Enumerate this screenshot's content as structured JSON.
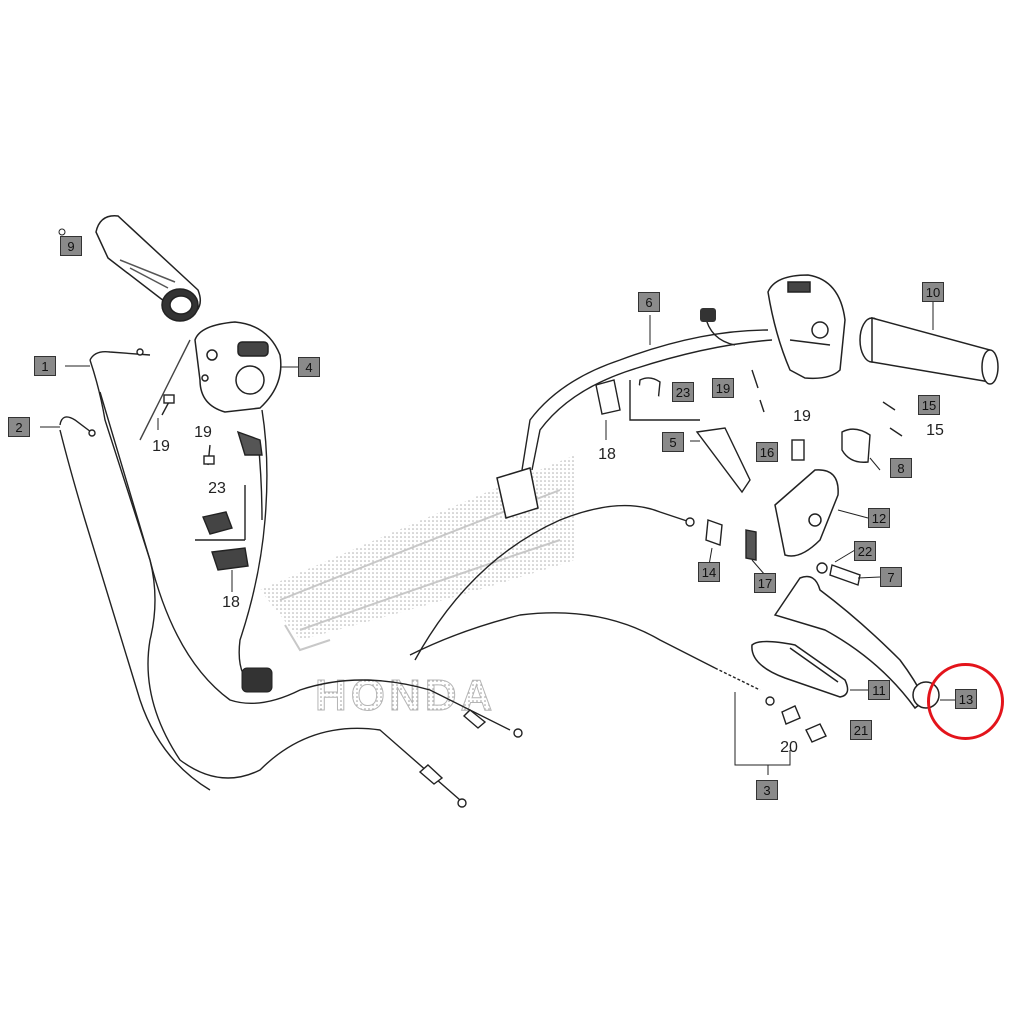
{
  "watermark": "HONDA",
  "highlight_color": "#e3141b",
  "callouts": {
    "c1": "1",
    "c2": "2",
    "c3": "3",
    "c4": "4",
    "c5": "5",
    "c6": "6",
    "c7": "7",
    "c8": "8",
    "c9": "9",
    "c10": "10",
    "c11": "11",
    "c12": "12",
    "c13": "13",
    "c14": "14",
    "c15a": "15",
    "c17": "17",
    "c16": "16",
    "c21": "21",
    "c22": "22",
    "c19r": "19",
    "c23r": "23"
  },
  "plain_labels": {
    "l19a": "19",
    "l19b": "19",
    "l23": "23",
    "l18a": "18",
    "l18b": "18",
    "l19c": "19",
    "l15b": "15",
    "l20": "20"
  },
  "highlighted_callout": "13"
}
